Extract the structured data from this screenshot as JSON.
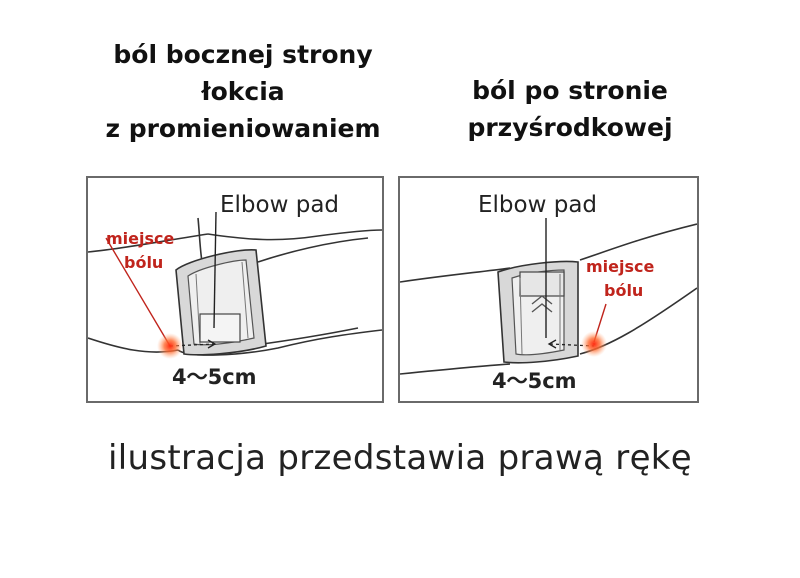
{
  "left_diagram": {
    "heading_lines": [
      "ból bocznej strony",
      "łokcia",
      "z promieniowaniem"
    ],
    "pad_label": "Elbow pad",
    "pain_label_lines": [
      "miejsce",
      "bólu"
    ],
    "distance_label": "4～5cm"
  },
  "right_diagram": {
    "heading_lines": [
      "ból po stronie",
      "przyśrodkowej"
    ],
    "pad_label": "Elbow pad",
    "pain_label_lines": [
      "miejsce",
      "bólu"
    ],
    "distance_label": "4～5cm"
  },
  "caption": "ilustracja przedstawia prawą rękę",
  "colors": {
    "pain_text": "#c0241c",
    "pain_glow": "#ff3a1a",
    "line": "#333333",
    "band": "#d6d6d6"
  }
}
